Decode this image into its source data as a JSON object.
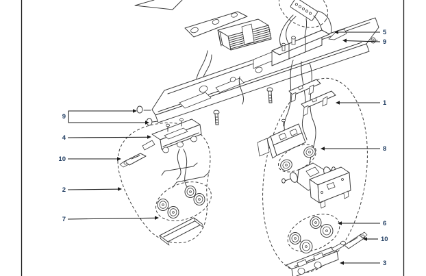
{
  "page": {
    "background": "#ffffff",
    "line_color": "#3d3d3d",
    "rule_color": "#1a1a1a",
    "callout_color": "#1f3c61"
  },
  "callouts": {
    "left": [
      {
        "text": "9"
      },
      {
        "text": "4"
      },
      {
        "text": "10"
      },
      {
        "text": "2"
      },
      {
        "text": "7"
      }
    ],
    "right": [
      {
        "text": "5"
      },
      {
        "text": "9"
      },
      {
        "text": "1"
      },
      {
        "text": "8"
      },
      {
        "text": "6"
      },
      {
        "text": "10"
      },
      {
        "text": "3"
      }
    ]
  }
}
